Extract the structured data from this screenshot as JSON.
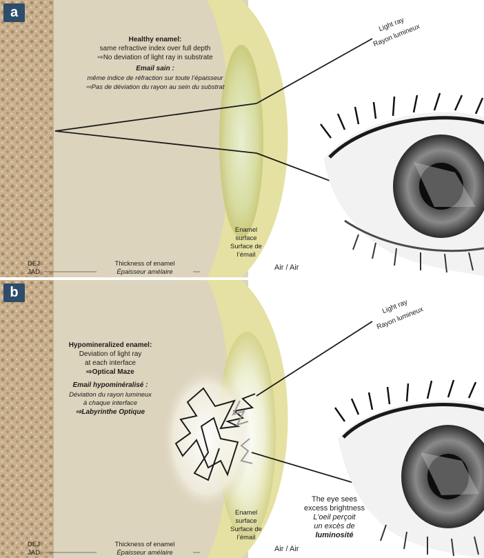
{
  "panel_a": {
    "label": "a",
    "heading_en": "Healthy enamel:",
    "line1_en": "same refractive index over full depth",
    "line2_en": "⇨No deviation of light ray in substrate",
    "heading_fr": "Email sain :",
    "line1_fr": "même indice de réfraction sur toute l’épaisseur",
    "line2_fr": "⇨Pas de déviation du rayon au sein du substrat",
    "light_ray_en": "Light ray",
    "light_ray_fr": "Rayon lumineux",
    "dej": "DEJ",
    "jad": "JAD",
    "thickness_en": "Thickness of enamel",
    "thickness_fr": "Épaisseur amélaire",
    "enamel_surface": [
      "Enamel",
      "surface",
      "Surface de",
      "l’émail"
    ],
    "air": "Air / Air"
  },
  "panel_b": {
    "label": "b",
    "heading_en": "Hypomineralized enamel:",
    "line1_en": "Deviation of light ray",
    "line2_en": "at each interface",
    "line3_en": "⇨Optical Maze",
    "heading_fr": "Email hypominéralisé :",
    "line1_fr": "Déviation du rayon lumineux",
    "line2_fr": "à chaque interface",
    "line3_fr": "⇨Labyrinthe Optique",
    "light_ray_en": "Light ray",
    "light_ray_fr": "Rayon lumineux",
    "eye_en_1": "The eye sees",
    "eye_en_2": "excess brightness",
    "eye_fr_1": "L’oeil perçoit",
    "eye_fr_2": "un excès de",
    "eye_fr_3": "luminosité",
    "dej": "DEJ",
    "jad": "JAD",
    "thickness_en": "Thickness of enamel",
    "thickness_fr": "Épaisseur amélaire",
    "enamel_surface": [
      "Enamel",
      "surface",
      "Surface de",
      "l’émail"
    ],
    "air": "Air / Air"
  },
  "colors": {
    "badge": "#2d4d6a",
    "dentin": "#c9b08f",
    "enamel_body": "#ddd4bd",
    "enamel_surface_band": "#e4e1a3",
    "ray": "#1b1b1b"
  }
}
